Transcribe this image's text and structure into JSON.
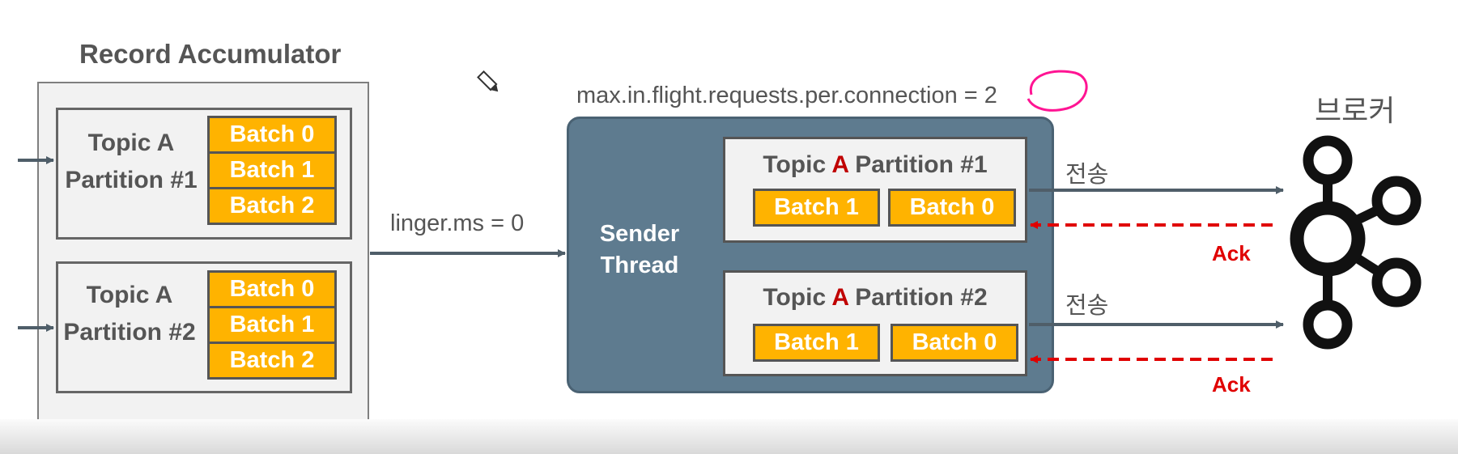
{
  "accumulator": {
    "title": "Record Accumulator",
    "partitions": [
      {
        "topic": "Topic A",
        "partition": "Partition #1",
        "batches": [
          "Batch 0",
          "Batch 1",
          "Batch 2"
        ]
      },
      {
        "topic": "Topic A",
        "partition": "Partition #2",
        "batches": [
          "Batch 0",
          "Batch 1",
          "Batch 2"
        ]
      }
    ]
  },
  "linger": "linger.ms = 0",
  "max_in_flight": {
    "label": "max.in.flight.requests.per.connection = ",
    "value": "2",
    "circle_color": "#ff1493"
  },
  "sender": {
    "line1": "Sender",
    "line2": "Thread",
    "inflight": [
      {
        "topic": "Topic ",
        "letter": "A",
        "partition": " Partition #1",
        "batches": [
          "Batch 1",
          "Batch 0"
        ]
      },
      {
        "topic": "Topic ",
        "letter": "A",
        "partition": " Partition #2",
        "batches": [
          "Batch 1",
          "Batch 0"
        ]
      }
    ]
  },
  "send_label": "전송",
  "ack_label": "Ack",
  "broker_label": "브로커",
  "colors": {
    "batch": "#ffb300",
    "sender": "#5e7b8f",
    "ack": "#e00000",
    "arrow": "#4f5e69"
  },
  "icons": [
    "pencil-cursor-icon",
    "kafka-logo-icon"
  ]
}
